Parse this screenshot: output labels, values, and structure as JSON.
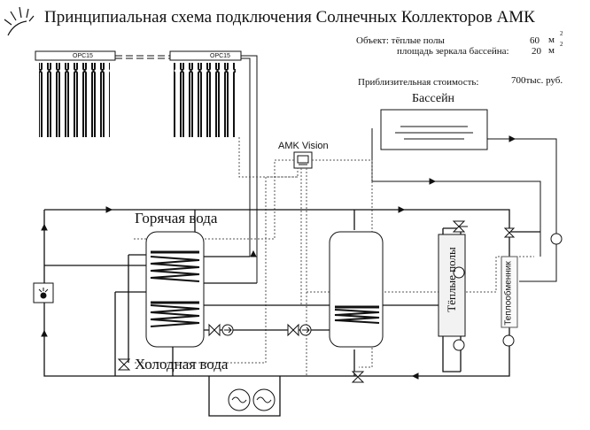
{
  "title": "Принципиальная схема подключения Солнечных Коллекторов АМК",
  "object": {
    "warm_floors_label": "Объект: тёплые полы",
    "warm_floors_value": "60",
    "warm_floors_unit": "м",
    "warm_floors_unit_sup": "2",
    "pool_area_label": "площадь зеркала бассейна:",
    "pool_area_value": "20",
    "pool_area_unit": "м",
    "pool_area_unit_sup": "2"
  },
  "cost": {
    "label": "Приблизительная стоимость:",
    "value": "700тыс. руб."
  },
  "labels": {
    "pool": "Бассейн",
    "controller": "AMK Vision",
    "hot_water": "Горячая вода",
    "cold_water": "Холодная вода",
    "warm_floors": "Тёплые полы",
    "heat_exchanger": "Теплообменник",
    "collector_1": "OPC15",
    "collector_2": "OPC15"
  },
  "colors": {
    "line": "#111111",
    "dotted": "#555555",
    "tank_fill": "#ffffff",
    "floor_fill": "#f2f2f2"
  },
  "icons": [
    "sun-icon",
    "pump-icon",
    "valve-icon",
    "three-way-valve-icon",
    "expansion-vessel-icon",
    "boiler-icon"
  ]
}
